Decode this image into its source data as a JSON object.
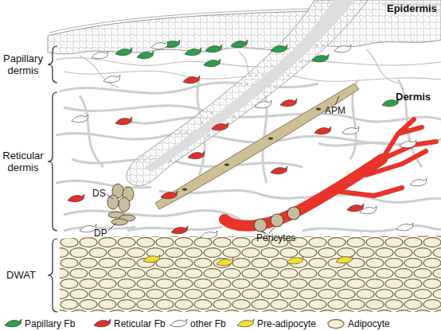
{
  "diagram": {
    "labels": [
      "Epidermis",
      "Papillary dermis",
      "Dermis",
      "APM",
      "Reticular dermis",
      "DS",
      "DP",
      "Pericytes",
      "DWAT"
    ],
    "legend": [
      {
        "text": "Papillary Fb",
        "color": "#2e9e48"
      },
      {
        "text": "Reticular Fb",
        "color": "#e0302a"
      },
      {
        "text": "other Fb",
        "color": "#ffffff"
      },
      {
        "text": "Pre-adipocyte",
        "color": "#f2e030"
      },
      {
        "text": "Adipocyte"
      }
    ]
  }
}
